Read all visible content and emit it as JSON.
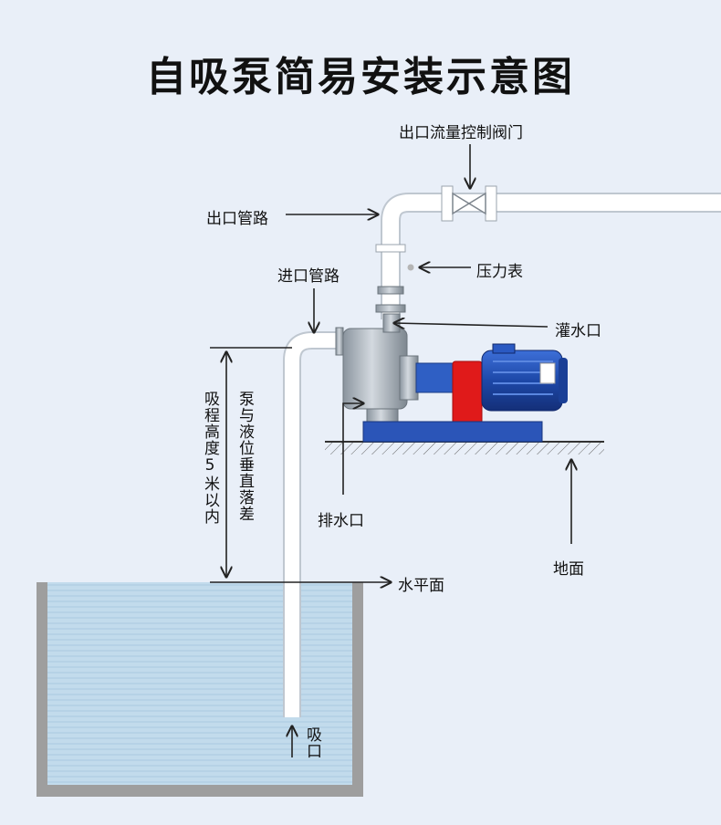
{
  "title": "自吸泵简易安装示意图",
  "labels": {
    "outlet_valve": "出口流量控制阀门",
    "outlet_pipe": "出口管路",
    "pressure_gauge": "压力表",
    "inlet_pipe": "进口管路",
    "priming_port": "灌水口",
    "drain_port": "排水口",
    "ground": "地面",
    "water_level": "水平面",
    "suction_height": "吸程高度5米以内",
    "vertical_drop": "泵与液位垂直落差",
    "suction_inlet": "吸口"
  },
  "colors": {
    "background": "#e9eff8",
    "water": "#bcd7ea",
    "tank_wall": "#9e9e9e",
    "pipe": "#ffffff",
    "pump_body": "#a9b2bc",
    "motor": "#1f4fb5",
    "coupling_guard": "#e01a1a"
  },
  "icons": [
    "arrow-icon",
    "valve-icon",
    "pressure-gauge-icon"
  ]
}
